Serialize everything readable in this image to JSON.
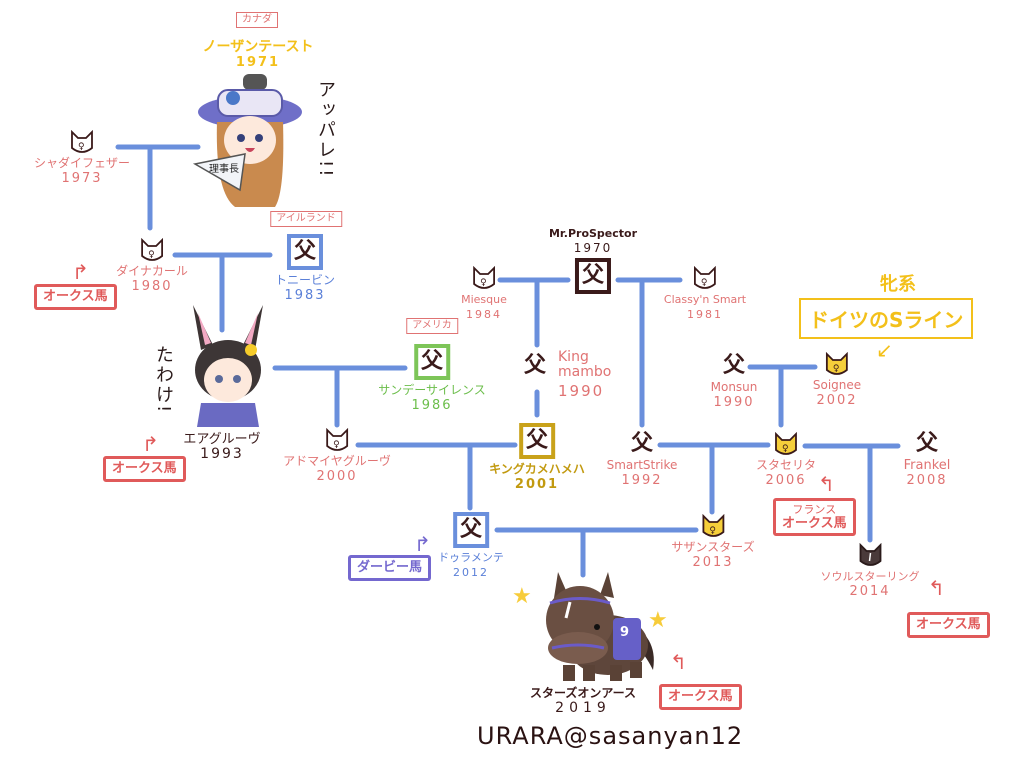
{
  "colors": {
    "line": "#6a8fdc",
    "pink": "#e07373",
    "blue": "#5b80d8",
    "green": "#6cbe4b",
    "gold": "#c29a10",
    "yellow": "#f3c01a",
    "dark": "#3a1a1a",
    "red": "#e05a5a",
    "purple": "#7468cf"
  },
  "sire_glyph": "父",
  "tags": {
    "canada": "カナダ",
    "ireland": "アイルランド",
    "america": "アメリカ"
  },
  "nodes": {
    "northern_taste": {
      "name": "ノーザンテースト",
      "year": "1971"
    },
    "shadai_feather": {
      "name": "シャダイフェザー",
      "year": "1973"
    },
    "dyna_carle": {
      "name": "ダイナカール",
      "year": "1980"
    },
    "tony_bin": {
      "name": "トニービン",
      "year": "1983"
    },
    "air_groove": {
      "name": "エアグルーヴ",
      "year": "1993"
    },
    "sunday_silence": {
      "name": "サンデーサイレンス",
      "year": "1986"
    },
    "admire_groove": {
      "name": "アドマイヤグルーヴ",
      "year": "2000"
    },
    "mr_prospector": {
      "name": "Mr.ProSpector",
      "year": "1970"
    },
    "miesque": {
      "name": "Miesque",
      "year": "1984"
    },
    "classy_n_smart": {
      "name": "Classy'n Smart",
      "year": "1981"
    },
    "kingmambo": {
      "name": "King mambo",
      "year": "1990"
    },
    "king_kamehameha": {
      "name": "キングカメハメハ",
      "year": "2001"
    },
    "smart_strike": {
      "name": "SmartStrike",
      "year": "1992"
    },
    "monsun": {
      "name": "Monsun",
      "year": "1990"
    },
    "soignee": {
      "name": "Soignee",
      "year": "2002"
    },
    "stacelita": {
      "name": "スタセリタ",
      "year": "2006"
    },
    "frankel": {
      "name": "Frankel",
      "year": "2008"
    },
    "duramente": {
      "name": "ドゥラメンテ",
      "year": "2012"
    },
    "southern_stars": {
      "name": "サザンスターズ",
      "year": "2013"
    },
    "soul_stirring": {
      "name": "ソウルスターリング",
      "year": "2014"
    },
    "stars_on_earth": {
      "name": "スターズオンアース",
      "year": "2019"
    }
  },
  "badges": {
    "oaks": "オークス馬",
    "france_oaks_line1": "フランス",
    "france_oaks_line2": "オークス馬",
    "derby": "ダービー馬"
  },
  "callout": {
    "title": "牝系",
    "label": "ドイツのSライン"
  },
  "shouts": {
    "chairman": "アッパレ!!",
    "fan": "理事長",
    "air_groove": "たわけ!"
  },
  "saddle": {
    "number": "9"
  },
  "credit": "URARA@sasanyan12"
}
